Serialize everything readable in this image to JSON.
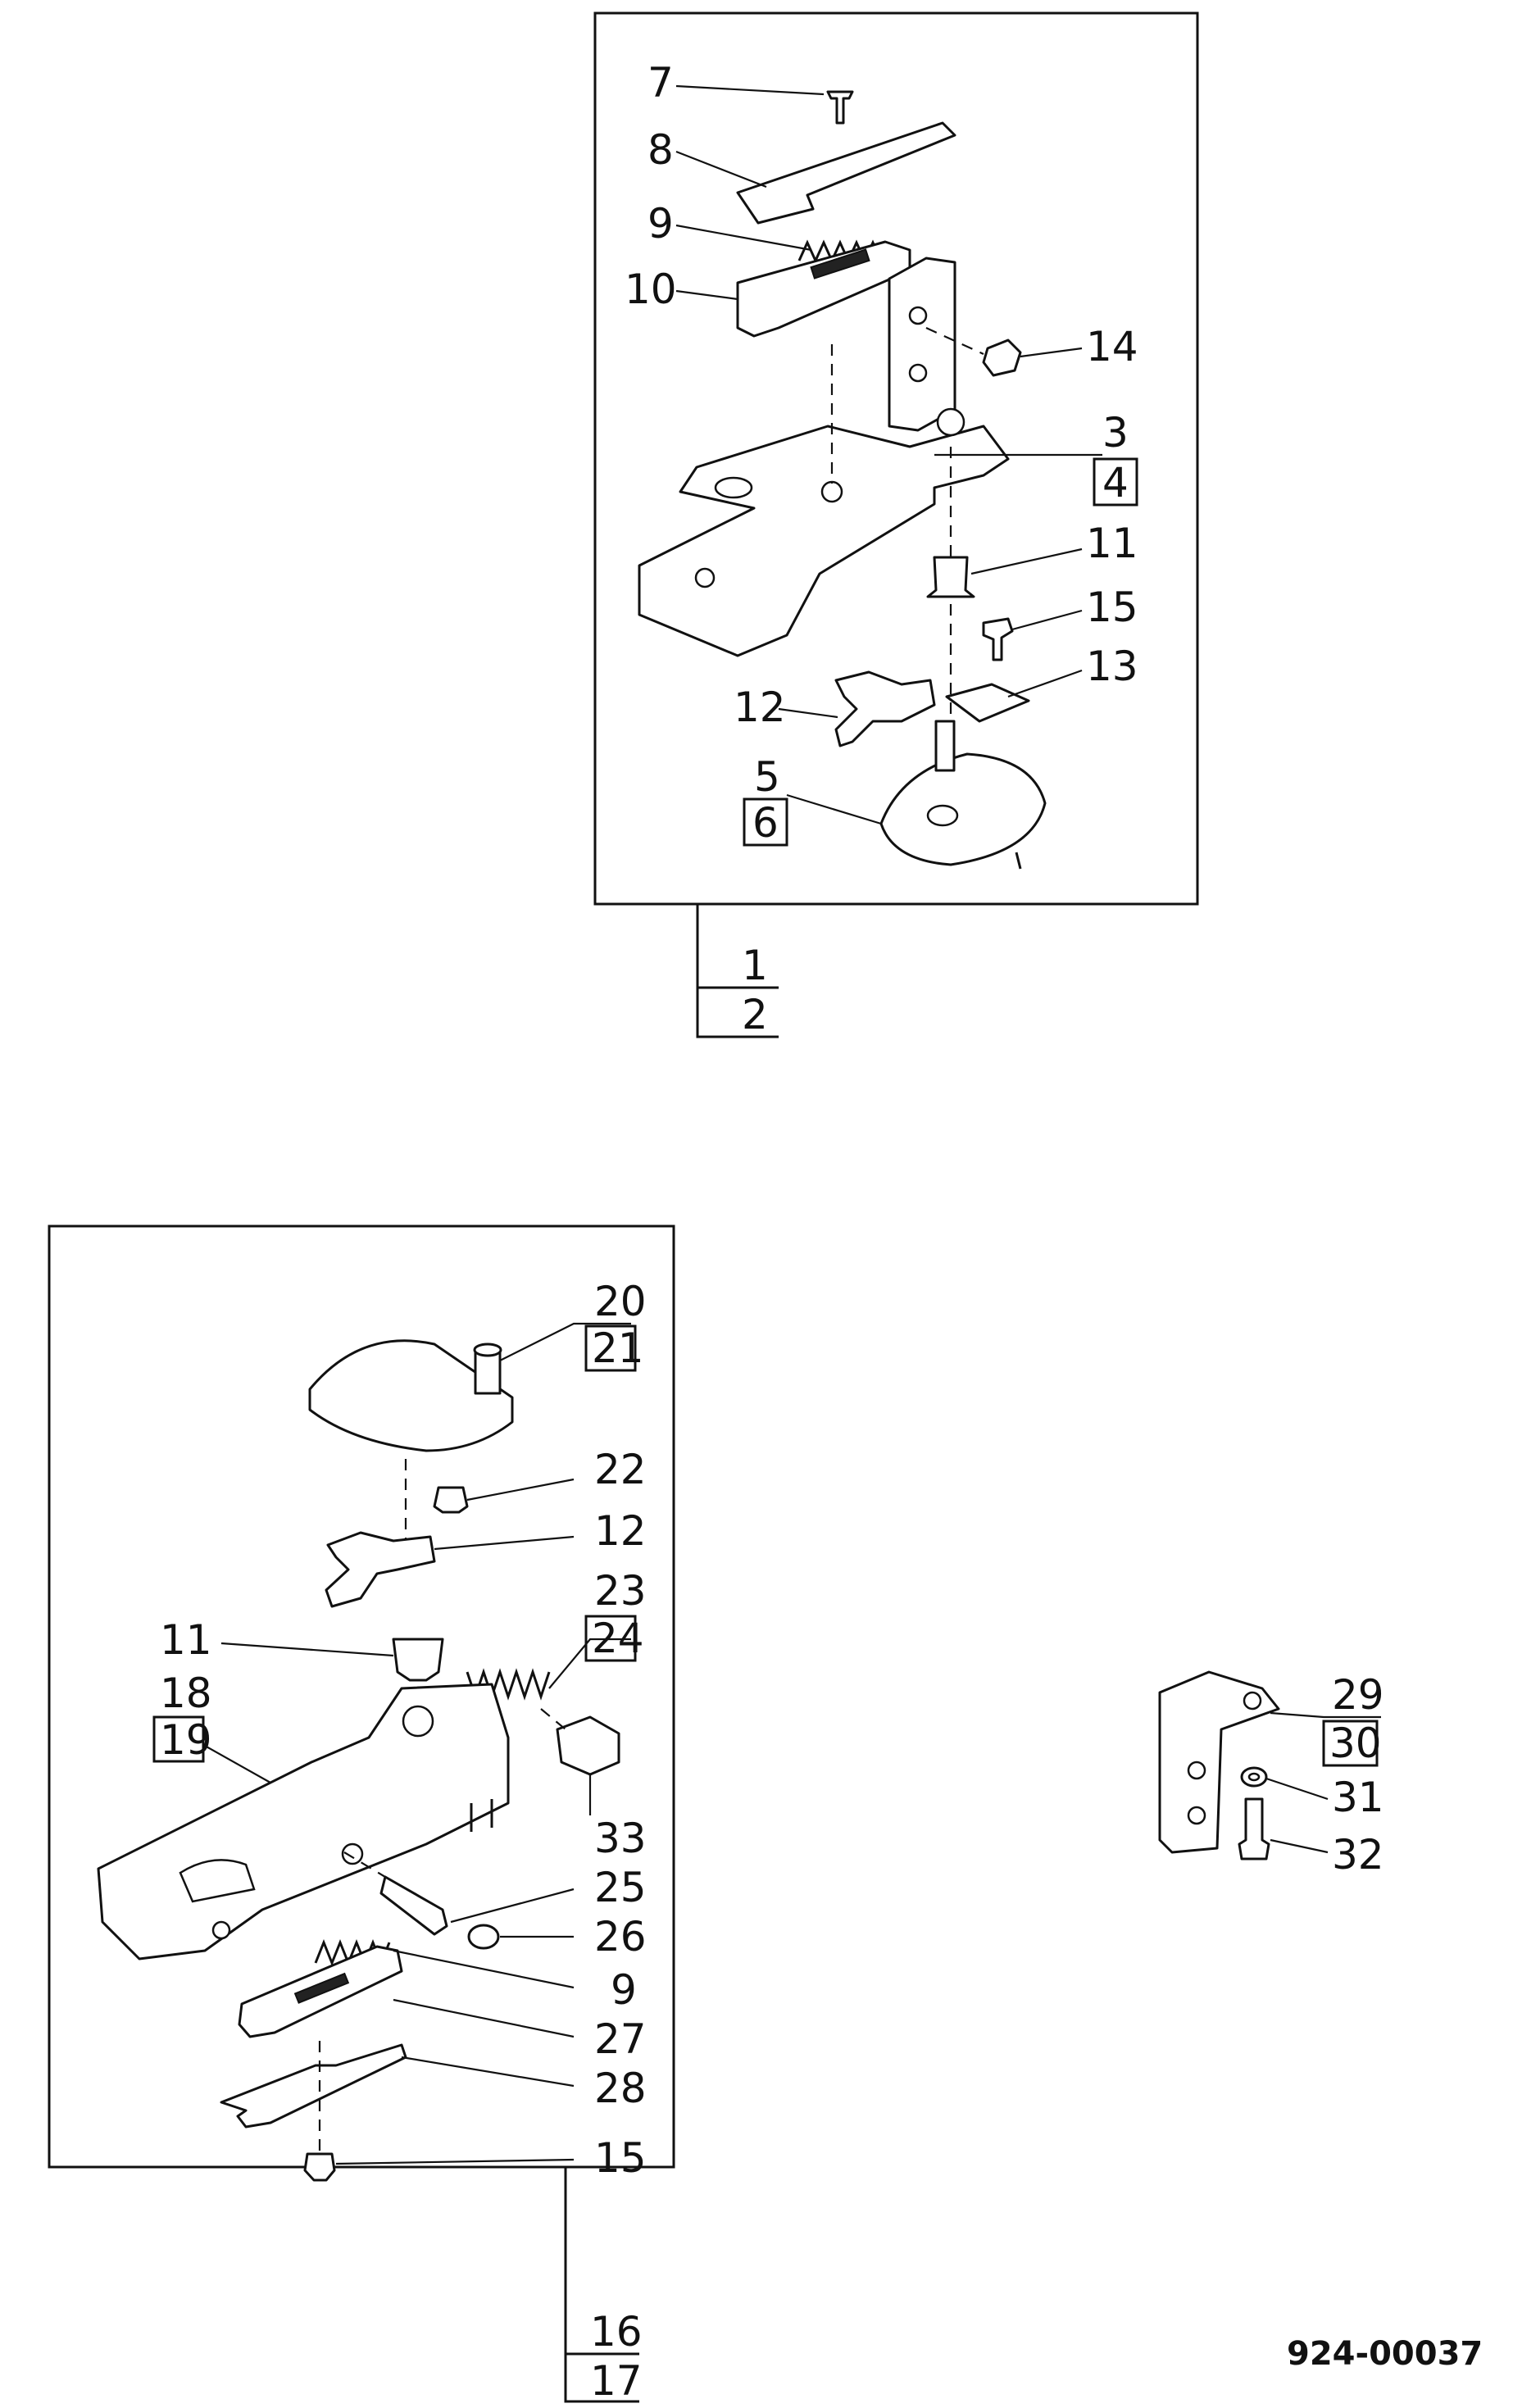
{
  "drawing_number": "924-00037",
  "group_a": {
    "callouts": [
      "7",
      "8",
      "9",
      "10",
      "14",
      "3",
      "4",
      "11",
      "15",
      "12",
      "13",
      "5",
      "6"
    ],
    "assembly": [
      "1",
      "2"
    ]
  },
  "group_b": {
    "callouts": [
      "20",
      "21",
      "22",
      "12",
      "23",
      "24",
      "11",
      "18",
      "19",
      "33",
      "25",
      "26",
      "9",
      "27",
      "28",
      "15"
    ],
    "assembly": [
      "16",
      "17"
    ]
  },
  "group_c": {
    "callouts": [
      "29",
      "30",
      "31",
      "32"
    ]
  }
}
